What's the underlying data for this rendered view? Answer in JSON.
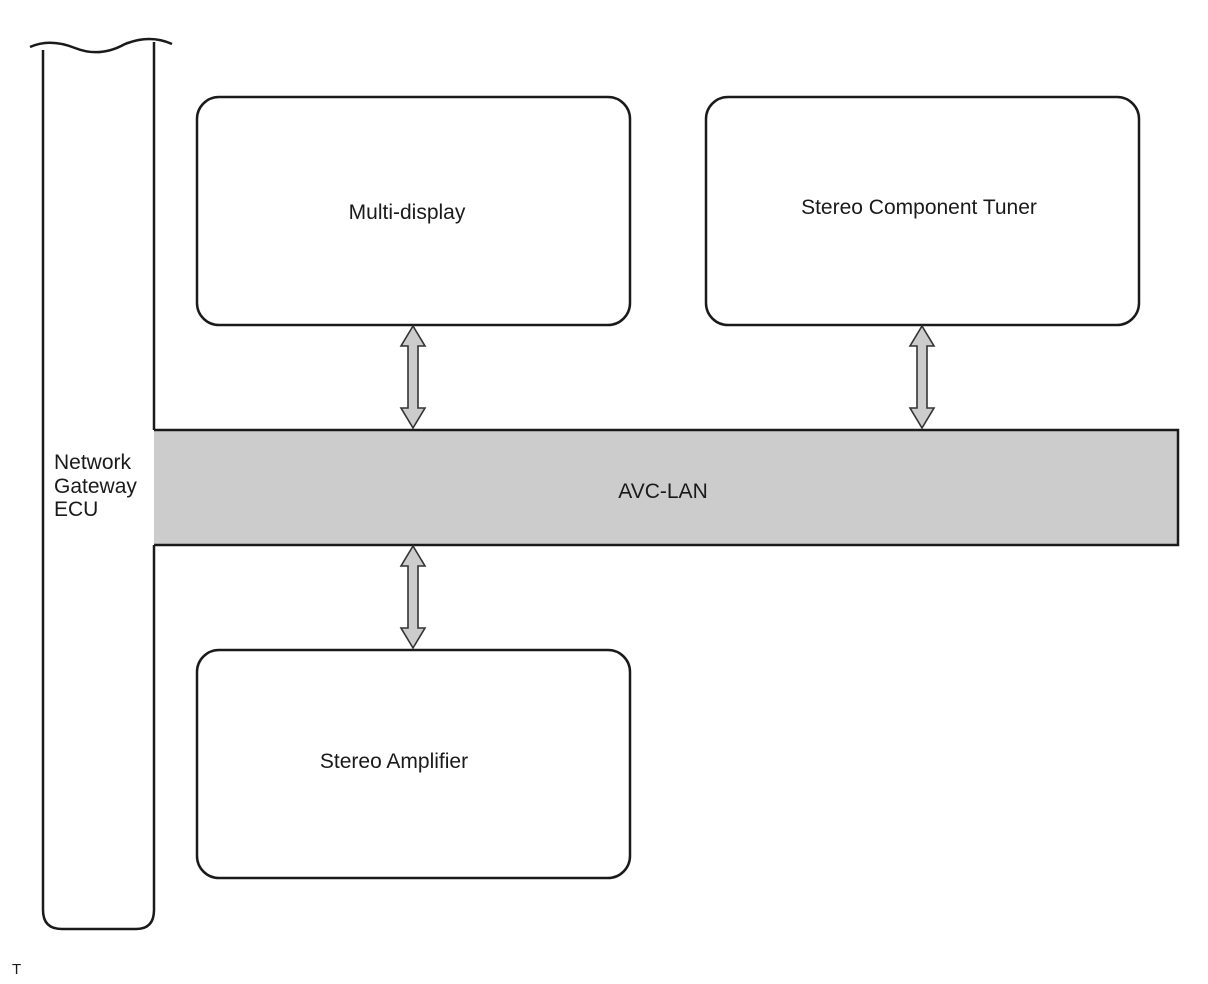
{
  "diagram": {
    "gateway": {
      "label_lines": [
        "Network",
        "Gateway",
        "ECU"
      ]
    },
    "bus": {
      "label": "AVC-LAN",
      "fill_color": "#cccccc"
    },
    "components": {
      "multi_display": {
        "label": "Multi-display"
      },
      "stereo_component_tuner": {
        "label": "Stereo Component Tuner"
      },
      "stereo_amplifier": {
        "label": "Stereo Amplifier"
      }
    },
    "connectors": [
      {
        "from": "Multi-display",
        "to": "AVC-LAN",
        "direction": "bidirectional"
      },
      {
        "from": "Stereo Component Tuner",
        "to": "AVC-LAN",
        "direction": "bidirectional"
      },
      {
        "from": "Stereo Amplifier",
        "to": "AVC-LAN",
        "direction": "bidirectional"
      }
    ],
    "arrow_fill_color": "#cccccc",
    "line_color": "#1a1a1a",
    "corner_mark": "T"
  }
}
